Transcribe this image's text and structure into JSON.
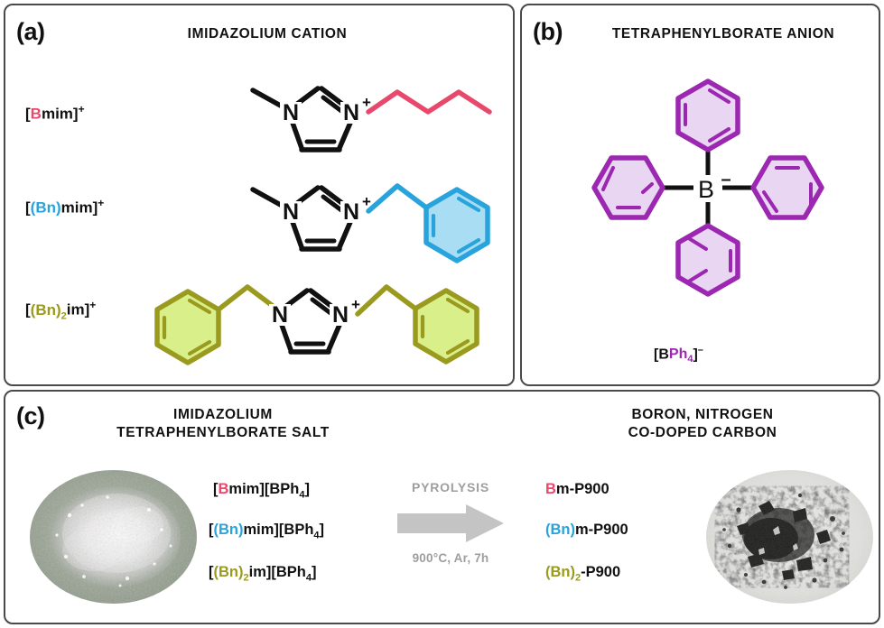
{
  "figure": {
    "panels": {
      "a": {
        "letter": "(a)",
        "title": "IMIDAZOLIUM CATION",
        "rows": [
          {
            "label_open": "[",
            "label_color": "B",
            "label_rest": "mim]",
            "charge": "+",
            "color": "#E8486B",
            "name": "butylmethylimidazolium"
          },
          {
            "label_open": "[",
            "label_color": "(Bn)",
            "label_rest": "mim]",
            "charge": "+",
            "color": "#29A3DC",
            "name": "benzylmethylimidazolium"
          },
          {
            "label_open": "[",
            "label_color": "(Bn)",
            "label_sub": "2",
            "label_rest": "im]",
            "charge": "+",
            "color": "#9A9A1E",
            "name": "dibenzylimidazolium"
          }
        ],
        "atom_n": "N",
        "charge_plus": "+"
      },
      "b": {
        "letter": "(b)",
        "title": "TETRAPHENYLBORATE ANION",
        "atom_b": "B",
        "charge_minus": "–",
        "ion_label_open": "[",
        "ion_label_b": "B",
        "ion_label_ph": "Ph",
        "ion_label_sub": "4",
        "ion_label_close": "]",
        "ion_label_charge": "–"
      },
      "c": {
        "letter": "(c)",
        "title_left": "IMIDAZOLIUM\nTETRAPHENYLBORATE SALT",
        "title_left_line1": "IMIDAZOLIUM",
        "title_left_line2": "TETRAPHENYLBORATE SALT",
        "title_right_line1": "BORON, NITROGEN",
        "title_right_line2": "CO-DOPED CARBON",
        "arrow_caption": "PYROLYSIS",
        "arrow_conditions": "900°C, Ar, 7h",
        "salts": [
          {
            "open": "[",
            "hl": "B",
            "rest": "mim][BPh",
            "sub": "4",
            "close": "]",
            "color": "#E8486B"
          },
          {
            "open": "[",
            "hl": "(Bn)",
            "rest": "mim][BPh",
            "sub": "4",
            "close": "]",
            "color": "#29A3DC"
          },
          {
            "open": "[",
            "hl": "(Bn)",
            "hlsub": "2",
            "rest": "im][BPh",
            "sub": "4",
            "close": "]",
            "color": "#9A9A1E"
          }
        ],
        "products": [
          {
            "hl": "B",
            "rest": "m-P900",
            "color": "#E8486B"
          },
          {
            "hl": "(Bn)",
            "rest": "m-P900",
            "color": "#29A3DC"
          },
          {
            "hl": "(Bn)",
            "hlsub": "2",
            "rest": "-P900",
            "color": "#9A9A1E"
          }
        ],
        "photo_left_name": "white-crystalline-salt-powder",
        "photo_right_name": "black-doped-carbon-powder"
      }
    },
    "colors": {
      "red": "#E8486B",
      "blue": "#29A3DC",
      "blue_fill": "#A9DDF3",
      "olive": "#9A9A1E",
      "olive_fill": "#D9F08A",
      "purple": "#9C27B0",
      "purple_fill": "#E9D6F2",
      "black": "#111111",
      "gray_arrow": "#C4C4C4",
      "gray_text": "#9e9e9e",
      "border": "#4a4a4a"
    }
  }
}
